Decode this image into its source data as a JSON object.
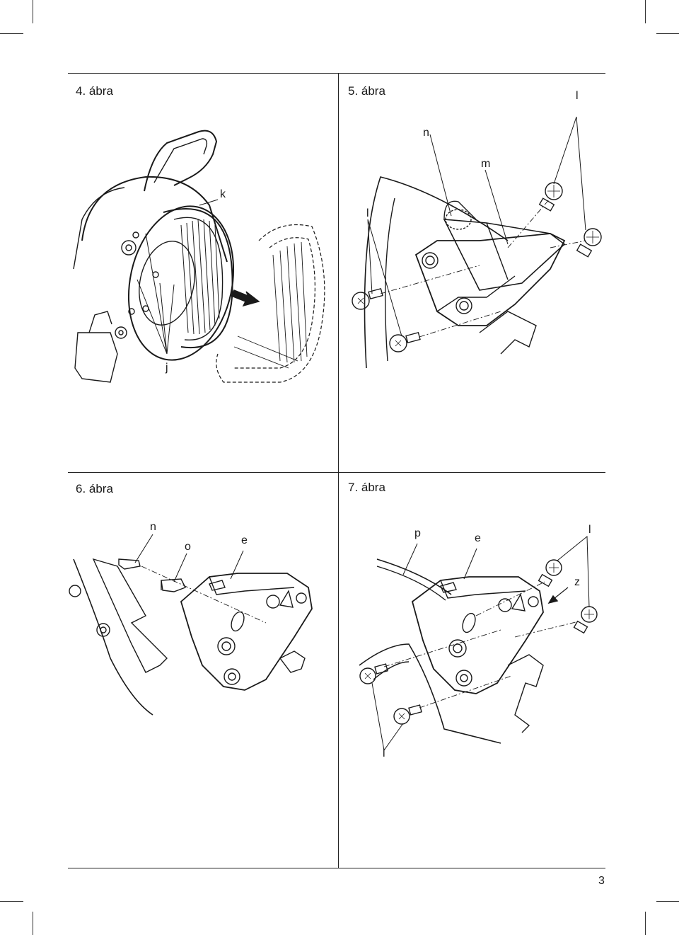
{
  "figures": [
    {
      "title": "4. ábra",
      "labels": {
        "k": "k",
        "j": "j"
      }
    },
    {
      "title": "5. ábra",
      "labels": {
        "l_top": "l",
        "n": "n",
        "m": "m",
        "l_left": "l"
      }
    },
    {
      "title": "6. ábra",
      "labels": {
        "n": "n",
        "o": "o",
        "e": "e"
      }
    },
    {
      "title": "7. ábra",
      "labels": {
        "p": "p",
        "e": "e",
        "l_top": "l",
        "z": "z",
        "l_bottom": "l"
      }
    }
  ],
  "page_number": "3"
}
